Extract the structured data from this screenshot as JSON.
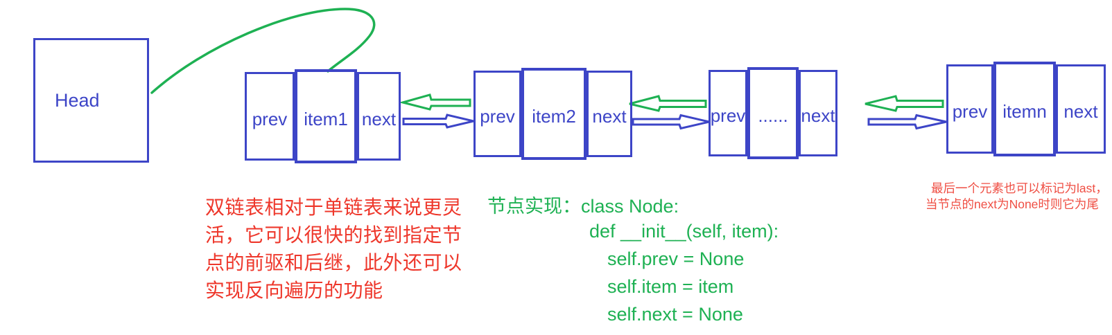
{
  "head": {
    "label": "Head"
  },
  "nodes": [
    {
      "prev": "prev",
      "item": "item1",
      "next": "next"
    },
    {
      "prev": "prev",
      "item": "item2",
      "next": "next"
    },
    {
      "prev": "prev",
      "item": "......",
      "next": "next"
    },
    {
      "prev": "prev",
      "item": "itemn",
      "next": "next"
    }
  ],
  "icons": {
    "head_connector": "curved-arc-connector",
    "back_link": "hollow-left-block-arrow",
    "forward_link": "hollow-right-block-arrow"
  },
  "notes": {
    "description_lines": [
      "双链表相对于单链表来说更灵",
      "活，它可以很快的找到指定节",
      "点的前驱和后继，此外还可以",
      "实现反向遍历的功能"
    ],
    "code_lines": [
      "节点实现：class Node:",
      "def __init__(self, item):",
      "self.prev = None",
      "self.item = item",
      "self.next = None"
    ],
    "last_note_lines": [
      "最后一个元素也可以标记为last，",
      "当节点的next为None时则它为尾"
    ]
  },
  "colors": {
    "blue": "#3d45c7",
    "green": "#1eb153",
    "red": "#ee372b",
    "note_red": "#ef4e43"
  }
}
